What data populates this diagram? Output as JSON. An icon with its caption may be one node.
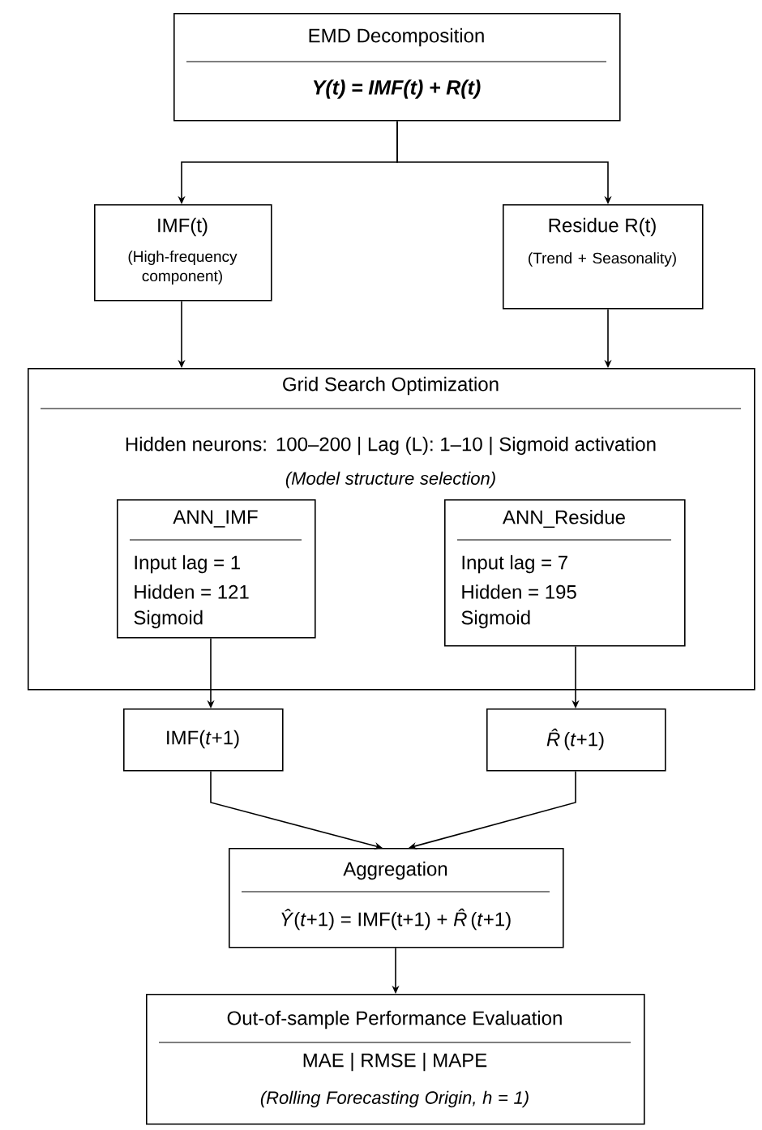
{
  "diagram": {
    "nodes": [
      {
        "text": [
          "EMD Decomposition",
          "Y(t) = IMF(t) + R(t)"
        ]
      },
      {
        "text": [
          "IMF(t)",
          "(High-frequency component)"
        ]
      },
      {
        "text": [
          "Residue R(t)",
          "(Trend + Seasonality)"
        ]
      },
      {
        "text": [
          "Grid Search Optimization",
          "Hidden neurons: 100–200 | Lag (L): 1–10 | Sigmoid activation",
          "(Model structure selection)"
        ]
      },
      {
        "text": [
          "ANN_IMF",
          "Input lag = 1",
          "Hidden = 121",
          "Sigmoid"
        ],
        "in": 3
      },
      {
        "text": [
          "ANN_Residue",
          "Input lag = 7",
          "Hidden = 195",
          "Sigmoid"
        ],
        "in": 3
      },
      {
        "text": [
          "IMF(*t*+1)"
        ]
      },
      {
        "text": [
          "*R̂*(*t*+1)"
        ]
      },
      {
        "text": [
          "Aggregation",
          "*Ŷ*(*t*+1) = IMF(t+1) + *R̂*(*t*+1)"
        ]
      },
      {
        "text": [
          "Out-of-sample Performance Evaluation",
          "MAE | RMSE | MAPE",
          "(Rolling Forecasting Origin, h = 1)"
        ]
      }
    ],
    "edges": [
      {
        "from": 0,
        "to": 1,
        "arrow": "to"
      },
      {
        "from": 0,
        "to": 2,
        "arrow": "to"
      },
      {
        "from": 1,
        "to": 3,
        "arrow": "to"
      },
      {
        "from": 2,
        "to": 3,
        "arrow": "to"
      },
      {
        "from": 4,
        "to": 6,
        "arrow": "to"
      },
      {
        "from": 5,
        "to": 7,
        "arrow": "to"
      },
      {
        "from": 6,
        "to": 8,
        "arrow": "to"
      },
      {
        "from": 7,
        "to": 8,
        "arrow": "to"
      },
      {
        "from": 8,
        "to": 9,
        "arrow": "to"
      }
    ]
  }
}
